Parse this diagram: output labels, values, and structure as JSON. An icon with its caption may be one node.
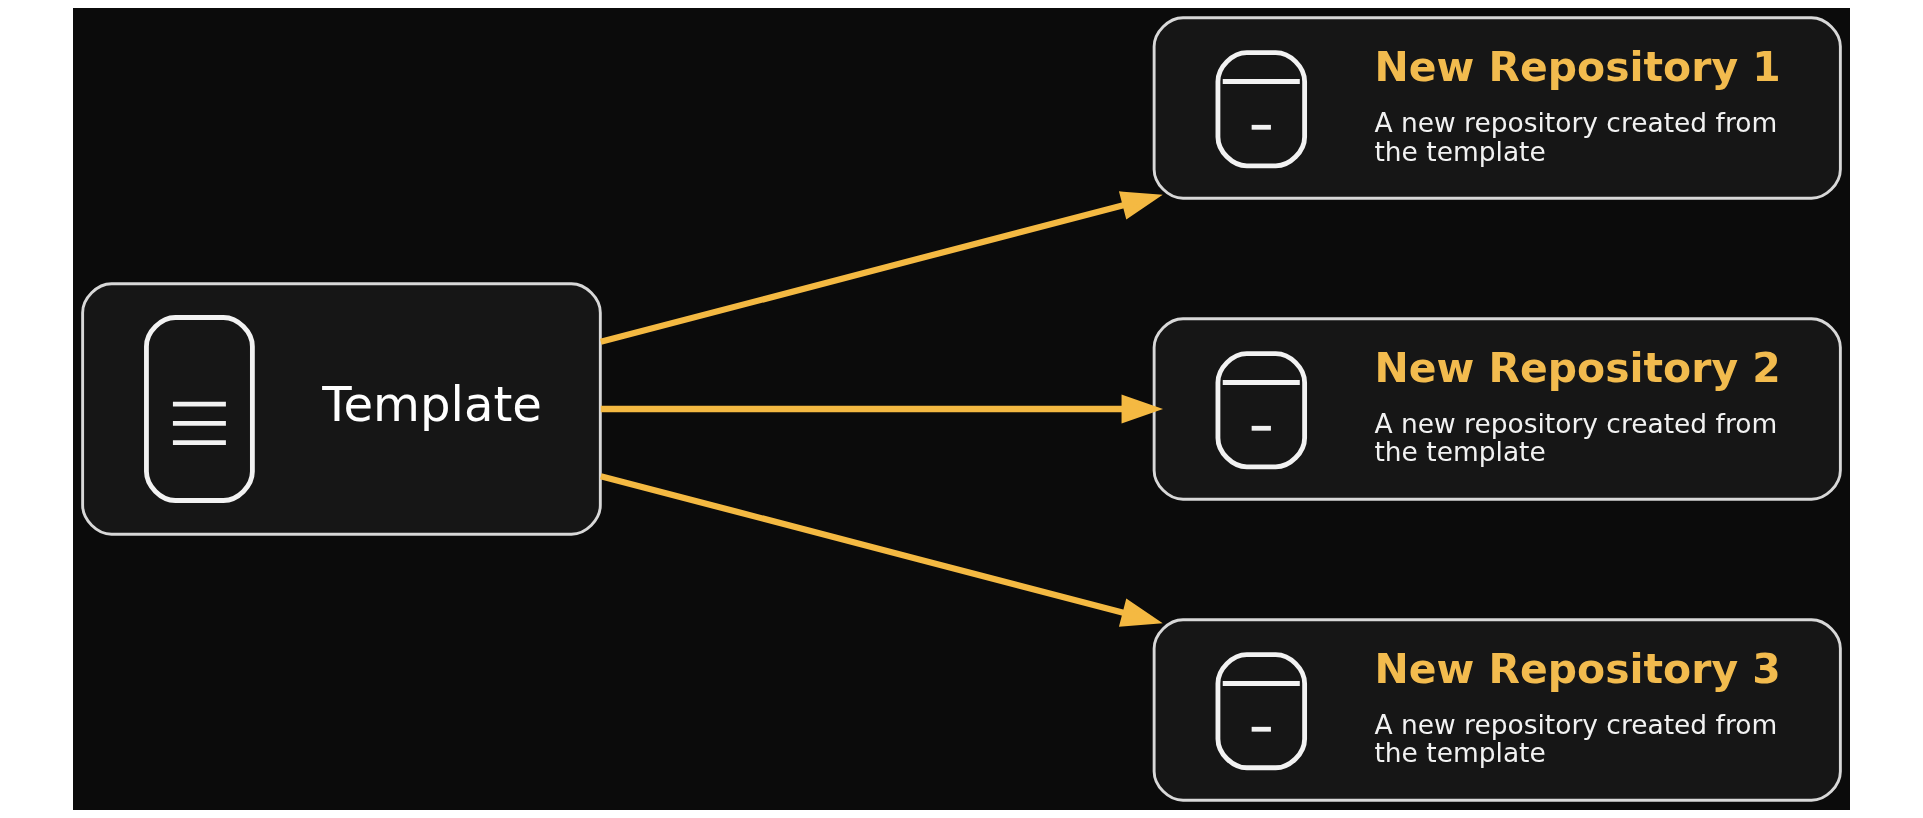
{
  "diagram": {
    "nodes": [
      {
        "text": [
          "Template"
        ]
      },
      {
        "text": [
          "New Repository 1",
          "A new repository created from the template"
        ]
      },
      {
        "text": [
          "New Repository 2",
          "A new repository created from the template"
        ]
      },
      {
        "text": [
          "New Repository 3",
          "A new repository created from the template"
        ]
      }
    ],
    "edges": [
      {
        "from": 0,
        "to": 1,
        "arrow": "to"
      },
      {
        "from": 0,
        "to": 2,
        "arrow": "to"
      },
      {
        "from": 0,
        "to": 3,
        "arrow": "to"
      }
    ]
  }
}
